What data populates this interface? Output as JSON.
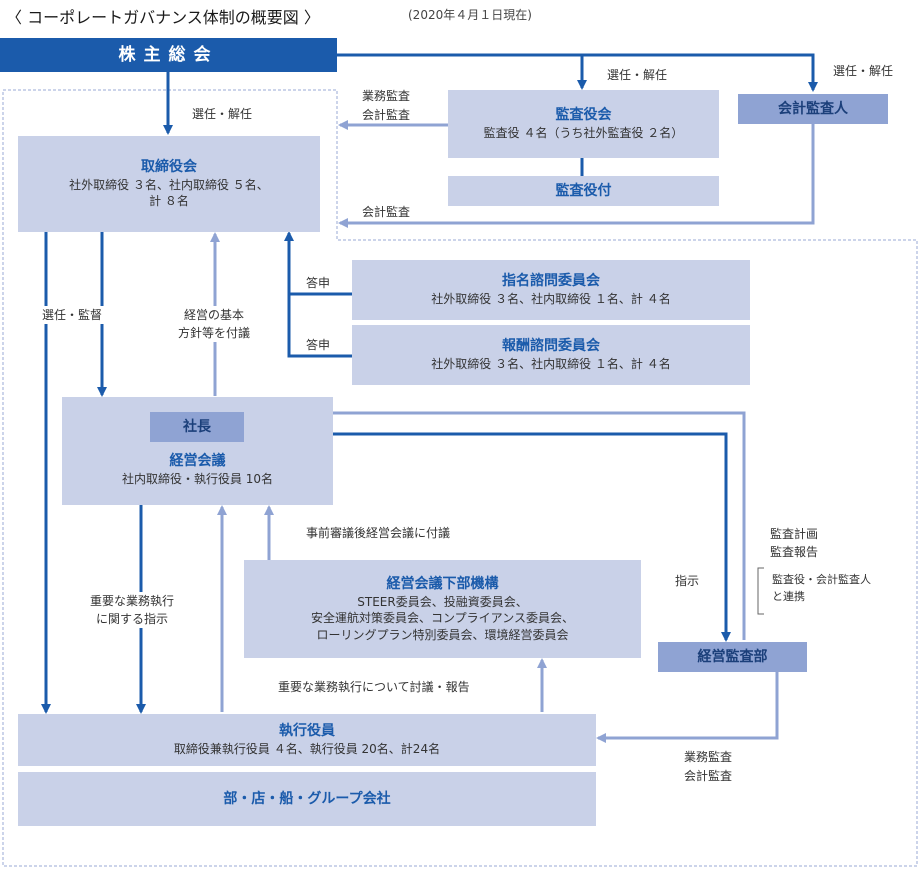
{
  "header": {
    "title": "〈 コーポレートガバナンス体制の概要図 〉",
    "date": "(2020年４月１日現在)"
  },
  "boxes": {
    "shareholders": {
      "title": "株主総会"
    },
    "auditors": {
      "title": "監査役会",
      "desc": "監査役 ４名（うち社外監査役 ２名）"
    },
    "auditor_staff": {
      "title": "監査役付"
    },
    "accounting_auditor": {
      "title": "会計監査人"
    },
    "board": {
      "title": "取締役会",
      "desc1": "社外取締役 ３名、社内取締役 ５名、",
      "desc2": "計 ８名"
    },
    "nomination": {
      "title": "指名諮問委員会",
      "desc": "社外取締役 ３名、社内取締役 １名、計 ４名"
    },
    "compensation": {
      "title": "報酬諮問委員会",
      "desc": "社外取締役 ３名、社内取締役 １名、計 ４名"
    },
    "president": {
      "title": "社長"
    },
    "management_meeting": {
      "title": "経営会議",
      "desc": "社内取締役・執行役員 10名"
    },
    "sub_committees": {
      "title": "経営会議下部機構",
      "l1": "STEER委員会、投融資委員会、",
      "l2": "安全運航対策委員会、コンプライアンス委員会、",
      "l3": "ローリングプラン特別委員会、環境経営委員会"
    },
    "internal_audit": {
      "title": "経営監査部"
    },
    "executive_officers": {
      "title": "執行役員",
      "desc": "取締役兼執行役員 ４名、執行役員 20名、計24名"
    },
    "group": {
      "title": "部・店・船・グループ会社"
    }
  },
  "labels": {
    "elect_dismiss": "選任・解任",
    "business_audit": "業務監査",
    "accounting_audit": "会計監査",
    "report": "答申",
    "elect_supervise": "選任・監督",
    "basic_policy_1": "経営の基本",
    "basic_policy_2": "方針等を付議",
    "prior_review": "事前審議後経営会議に付議",
    "important_business_1": "重要な業務執行",
    "important_business_2": "に関する指示",
    "discussion_report": "重要な業務執行について討議・報告",
    "instruction": "指示",
    "audit_plan": "監査計画",
    "audit_report": "監査報告",
    "coord_1": "監査役・会計監査人",
    "coord_2": "と連携"
  },
  "colors": {
    "dark": "#1b5bab",
    "mid": "#8fa3d3",
    "light": "#c9d1e8",
    "dashed": "#9aaad6"
  }
}
